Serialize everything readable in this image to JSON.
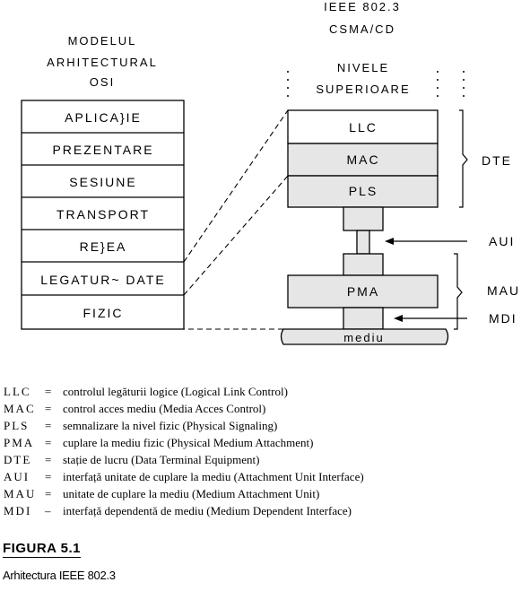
{
  "osi": {
    "title_lines": [
      "MODELUL",
      "ARHITECTURAL",
      "OSI"
    ],
    "layers": [
      "APLICA}IE",
      "PREZENTARE",
      "SESIUNE",
      "TRANSPORT",
      "RE}EA",
      "LEGATUR~ DATE",
      "FIZIC"
    ]
  },
  "ieee": {
    "title_lines": [
      "IEEE 802.3",
      "CSMA/CD"
    ],
    "upper_lines": [
      "NIVELE",
      "SUPERIOARE"
    ],
    "llc": "LLC",
    "mac": "MAC",
    "pls": "PLS",
    "pma": "PMA",
    "medium": "mediu"
  },
  "side_labels": {
    "dte": "DTE",
    "aui": "AUI",
    "mau": "MAU",
    "mdi": "MDI"
  },
  "legend": [
    {
      "abbr": "LLC",
      "eq": "=",
      "desc": "controlul legăturii logice (Logical Link Control)"
    },
    {
      "abbr": "MAC",
      "eq": "=",
      "desc": "control acces mediu (Media Acces Control)"
    },
    {
      "abbr": "PLS",
      "eq": "=",
      "desc": "semnalizare la nivel fizic (Physical Signaling)"
    },
    {
      "abbr": "PMA",
      "eq": "=",
      "desc": "cuplare la mediu fizic (Physical Medium Attachment)"
    },
    {
      "abbr": "DTE",
      "eq": "=",
      "desc": "stație de lucru (Data Terminal Equipment)"
    },
    {
      "abbr": "AUI",
      "eq": "=",
      "desc": "interfață unitate de cuplare la mediu (Attachment Unit Interface)"
    },
    {
      "abbr": "MAU",
      "eq": "=",
      "desc": "unitate de cuplare la mediu (Medium Attachment Unit)"
    },
    {
      "abbr": "MDI",
      "eq": "–",
      "desc": "interfață dependentă de mediu (Medium Dependent Interface)"
    }
  ],
  "figure": {
    "label": "FIGURA 5.1",
    "caption": "Arhitectura IEEE 802.3"
  },
  "colors": {
    "stroke": "#000000",
    "shade": "#e6e6e6"
  }
}
